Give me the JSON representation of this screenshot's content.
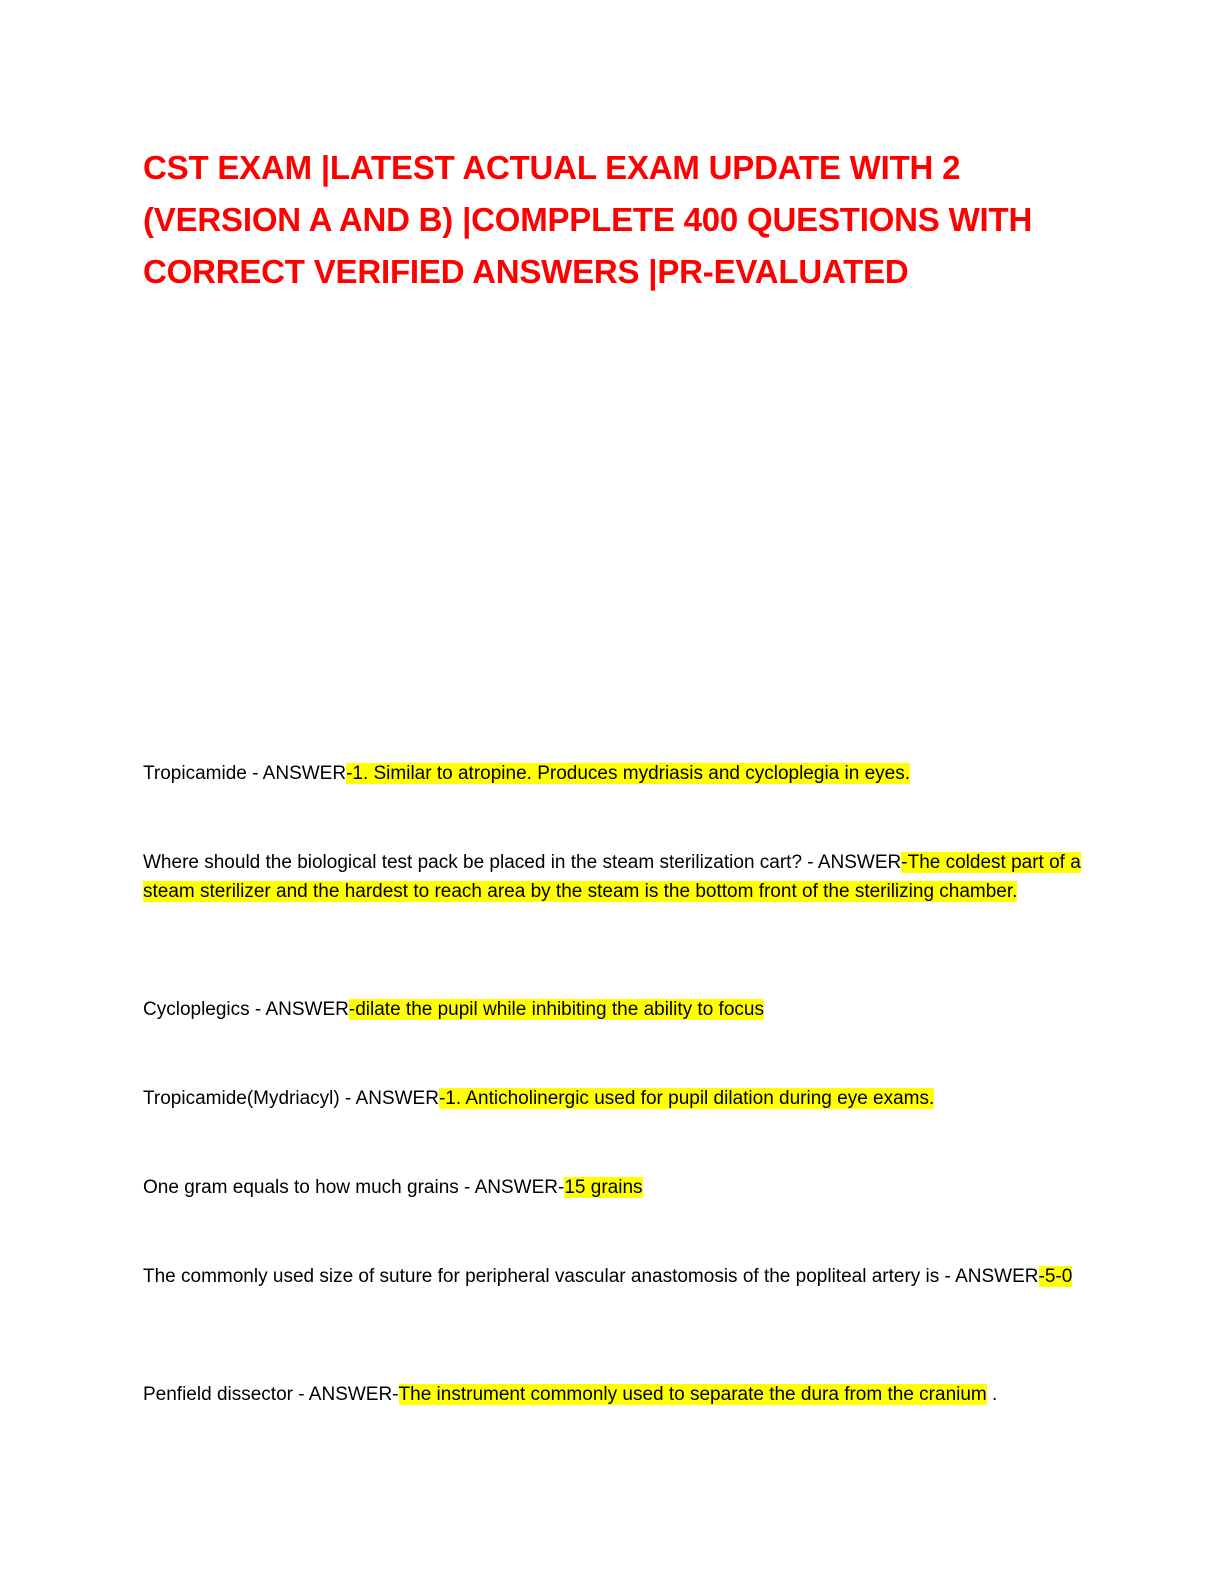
{
  "title_lines": [
    "CST EXAM |LATEST ACTUAL EXAM UPDATE WITH 2",
    "(VERSION A AND B) |COMPPLETE 400 QUESTIONS WITH",
    "CORRECT VERIFIED ANSWERS |PR-EVALUATED"
  ],
  "colors": {
    "title": "#ff0000",
    "highlight": "#ffff00",
    "text": "#000000"
  },
  "items": [
    {
      "question": "Tropicamide - ANSWER",
      "answer": "-1. Similar to atropine. Produces mydriasis and cycloplegia in eyes.",
      "tail": ""
    },
    {
      "question": "Where should the biological test pack be placed in the steam sterilization cart? - ANSWER",
      "answer": "-The coldest part of a steam sterilizer and the hardest to reach area by the steam is the bottom front of the sterilizing chamber.",
      "tail": ""
    },
    {
      "question": "Cycloplegics - ANSWER",
      "answer": "-dilate the pupil while inhibiting the ability to focus",
      "tail": ""
    },
    {
      "question": "Tropicamide(Mydriacyl) - ANSWER",
      "answer": "-1. Anticholinergic used for pupil dilation during eye exams.",
      "tail": ""
    },
    {
      "question": "One gram equals to how much grains - ANSWER-",
      "answer": "15 grains",
      "tail": ""
    },
    {
      "question": "The commonly used size of suture for peripheral vascular anastomosis of the popliteal artery is - ANSWER",
      "answer": "-5-0",
      "tail": ""
    },
    {
      "question": "Penfield dissector - ANSWER-",
      "answer": "The instrument commonly used to separate the dura from the cranium",
      "tail": " ."
    }
  ]
}
